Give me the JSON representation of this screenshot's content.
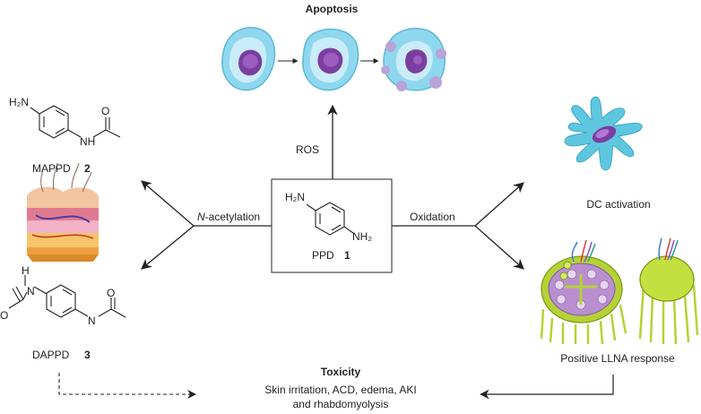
{
  "title": "Apoptosis",
  "ros_label": "ROS",
  "center": {
    "name": "PPD",
    "number": "1",
    "nh2_top": "H₂N",
    "nh2_bottom": "NH₂"
  },
  "acetylation": {
    "prefix": "N",
    "rest": "-acetylation"
  },
  "oxidation_label": "Oxidation",
  "mappd": {
    "name": "MAPPD",
    "number": "2",
    "h2n": "H₂N",
    "nh": "NH",
    "o": "O"
  },
  "dappd": {
    "name": "DAPPD",
    "number": "3",
    "h": "H",
    "n1": "N",
    "n2": "N",
    "o1": "O",
    "o2": "O"
  },
  "dc_label": "DC activation",
  "llna_label": "Positive LLNA response",
  "toxicity": {
    "title": "Toxicity",
    "line1": "Skin irritation, ACD, edema, AKI",
    "line2": "and rhabdomyolysis"
  },
  "colors": {
    "cell_outer": "#8fd7ef",
    "cell_inner": "#c9ecf8",
    "nucleus": "#7a3f9e",
    "dc": "#5fc6e0",
    "node_green": "#b5d235",
    "node_purple": "#b98fcf",
    "skin_pink": "#e69bb4",
    "skin_orange": "#f0a040"
  }
}
